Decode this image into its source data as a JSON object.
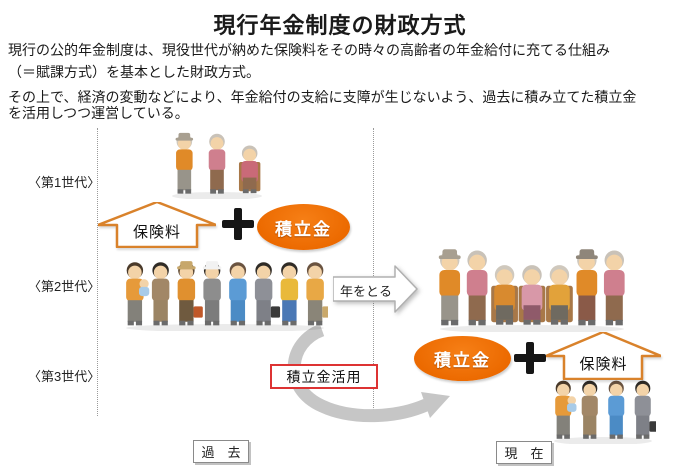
{
  "title": "現行年金制度の財政方式",
  "intro": {
    "line1": "現行の公的年金制度は、現役世代が納めた保険料をその時々の高齢者の年金給付に充てる仕組み",
    "line2": "（＝賦課方式）を基本とした財政方式。",
    "line3": "その上で、経済の変動などにより、年金給付の支給に支障が生じないよう、過去に積み立てた積立金",
    "line4": "を活用しつつ運営している。"
  },
  "generations": {
    "gen1": "〈第1世代〉",
    "gen2": "〈第2世代〉",
    "gen3": "〈第3世代〉"
  },
  "labels": {
    "premium_left": "保険料",
    "reserve_left": "積立金",
    "plus": "+",
    "aging": "年をとる",
    "reserve_right": "積立金",
    "premium_right": "保険料",
    "reserve_use": "積立金活用",
    "past": "過　去",
    "present": "現　在"
  },
  "colors": {
    "accent_orange": "#ec6a00",
    "arrow_border": "#d9822b",
    "box_red": "#dd3333",
    "swoosh_gray": "#c6c6c6",
    "line_gray": "#9a9a9a",
    "skin": "#f3d3a8"
  },
  "illustration": {
    "groups": {
      "gen1_elderly": [
        {
          "hat": "#a89f90",
          "hair": "#cfc8bd",
          "top": "#e08a28",
          "bottom": "#98948a"
        },
        {
          "hair": "#c9c2b8",
          "top": "#cf7f8e",
          "bottom": "#8f6a4e"
        },
        {
          "hair": "#c9c2b8",
          "top": "#c96a78",
          "bottom": "#8f6a4e",
          "seated": true
        }
      ],
      "gen2_workers": [
        {
          "hair": "#4a3a2a",
          "top": "#e69a3a",
          "bottom": "#83817a",
          "baby": "#a8cbe8"
        },
        {
          "hair": "#2f2b26",
          "top": "#a28767",
          "bottom": "#9b8464"
        },
        {
          "hat": "#c7a76b",
          "hair": "#5a4632",
          "top": "#e0902f",
          "bottom": "#6f5a3f",
          "item": "#c05828"
        },
        {
          "hat": "#f2f2f2",
          "hair": "#2f2b26",
          "top": "#8d8d8d",
          "bottom": "#7c7c7c"
        },
        {
          "hair": "#6a5340",
          "top": "#5b9bd5",
          "bottom": "#4b8bc5"
        },
        {
          "hair": "#2f2b26",
          "top": "#8e9097",
          "bottom": "#7e8087",
          "item": "#3a3a3a"
        },
        {
          "hair": "#2f2b26",
          "top": "#e9b93a",
          "bottom": "#4a78b5"
        },
        {
          "hair": "#6a5340",
          "top": "#e8a845",
          "bottom": "#8a8578",
          "item": "#c9a86a"
        }
      ],
      "elderly_right": [
        {
          "hat": "#a89f90",
          "hair": "#cfc8bd",
          "top": "#e08a28",
          "bottom": "#98948a"
        },
        {
          "hair": "#c9c2b8",
          "top": "#cf7f8e",
          "bottom": "#8f6a4e"
        },
        {
          "hair": "#cfc8bd",
          "top": "#d88a2f",
          "bottom": "#6f6a60",
          "seated": true
        },
        {
          "hair": "#c9c2b8",
          "top": "#d898a8",
          "bottom": "#8f5a6a",
          "seated": true
        },
        {
          "hair": "#cfc8bd",
          "top": "#e2a23a",
          "bottom": "#6f6a60",
          "seated": true
        },
        {
          "hat": "#8f867a",
          "hair": "#cfc8bd",
          "top": "#e08a28",
          "bottom": "#8a5a48"
        },
        {
          "hair": "#c9c2b8",
          "top": "#cf7f8e",
          "bottom": "#8f6a4e"
        }
      ],
      "gen3_young": [
        {
          "hair": "#4a3a2a",
          "top": "#e69a3a",
          "bottom": "#83817a",
          "baby": "#a8cbe8"
        },
        {
          "hair": "#2f2b26",
          "top": "#a28767",
          "bottom": "#9b8464"
        },
        {
          "hair": "#6a5340",
          "top": "#5b9bd5",
          "bottom": "#4b8bc5"
        },
        {
          "hair": "#2f2b26",
          "top": "#8e9097",
          "bottom": "#7e8087",
          "item": "#3a3a3a"
        }
      ]
    }
  }
}
